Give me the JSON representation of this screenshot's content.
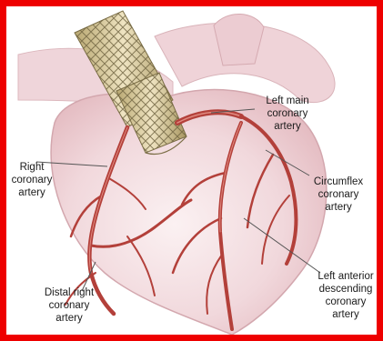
{
  "frame": {
    "border_color": "#ee0000"
  },
  "labels": {
    "left_main": [
      "Left main",
      "coronary",
      "artery"
    ],
    "right": [
      "Right",
      "coronary",
      "artery"
    ],
    "circumflex": [
      "Circumflex",
      "coronary",
      "artery"
    ],
    "lad": [
      "Left anterior",
      "descending",
      "coronary",
      "artery"
    ],
    "distal_right": [
      "Distal right",
      "coronary",
      "artery"
    ]
  },
  "colors": {
    "artery": "#b3403a",
    "artery_highlight": "#e08a80",
    "heart_tissue": "#f3d9dc",
    "stent_mesh": "#d8c898"
  }
}
